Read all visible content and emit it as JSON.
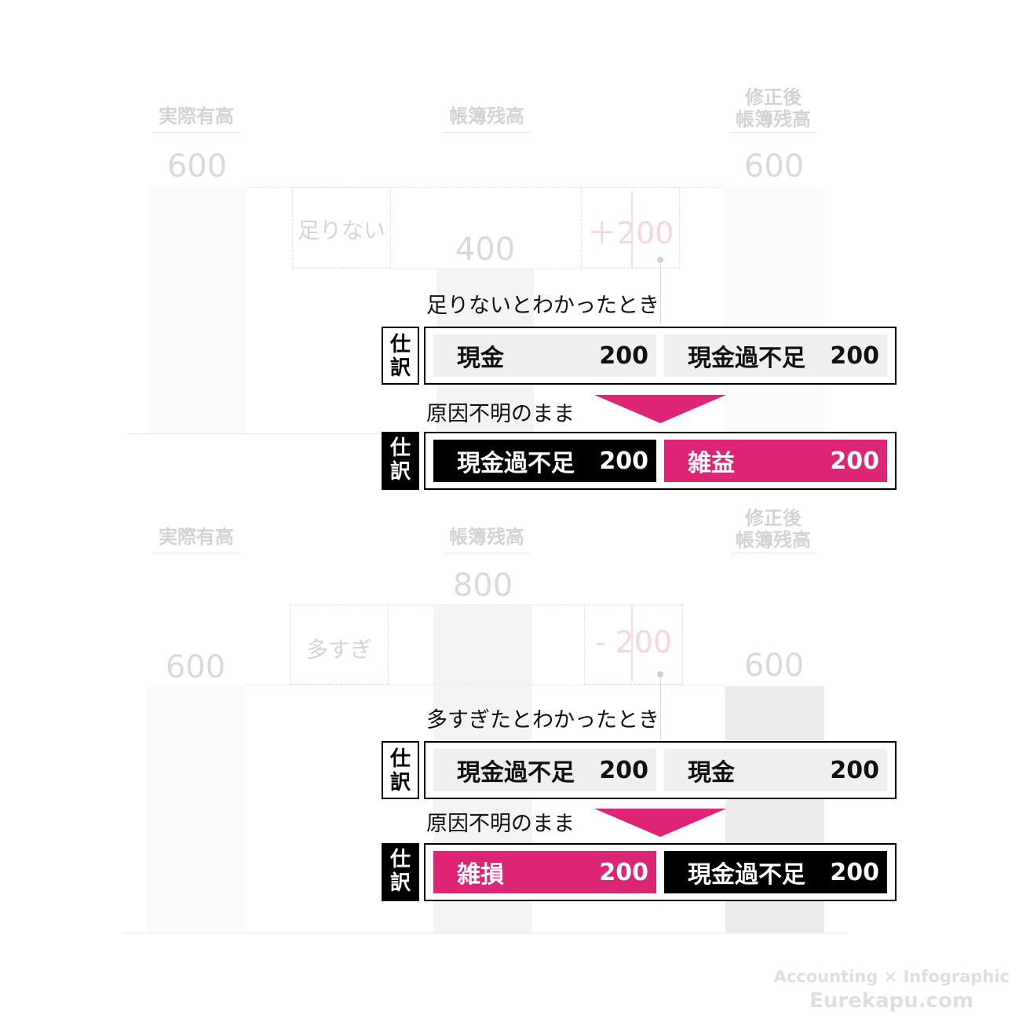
{
  "colors": {
    "accent": "#dc2575",
    "black": "#000000",
    "gray_cell": "#efefef"
  },
  "top": {
    "col1_header": "実際有高",
    "col2_header": "帳簿残高",
    "col3_header_line1": "修正後",
    "col3_header_line2": "帳簿残高",
    "actual_value": "600",
    "book_value": "400",
    "corrected_value": "600",
    "diff_label": "足りない",
    "adjust_label": "＋200",
    "caption": "足りないとわかったとき",
    "entry1": {
      "tag": "仕訳",
      "debit_account": "現金",
      "debit_amount": "200",
      "credit_account": "現金過不足",
      "credit_amount": "200"
    },
    "caption2": "原因不明のまま",
    "entry2": {
      "tag": "仕訳",
      "debit_account": "現金過不足",
      "debit_amount": "200",
      "credit_account": "雑益",
      "credit_amount": "200"
    }
  },
  "bottom": {
    "col1_header": "実際有高",
    "col2_header": "帳簿残高",
    "col3_header_line1": "修正後",
    "col3_header_line2": "帳簿残高",
    "actual_value": "600",
    "book_value": "800",
    "corrected_value": "600",
    "diff_label": "多すぎ",
    "adjust_label": "- 200",
    "caption": "多すぎたとわかったとき",
    "entry1": {
      "tag": "仕訳",
      "debit_account": "現金過不足",
      "debit_amount": "200",
      "credit_account": "現金",
      "credit_amount": "200"
    },
    "caption2": "原因不明のまま",
    "entry2": {
      "tag": "仕訳",
      "debit_account": "雑損",
      "debit_amount": "200",
      "credit_account": "現金過不足",
      "credit_amount": "200"
    }
  },
  "brand": {
    "line1": "Accounting × Infographic",
    "line2": "Eurekapu.com"
  }
}
